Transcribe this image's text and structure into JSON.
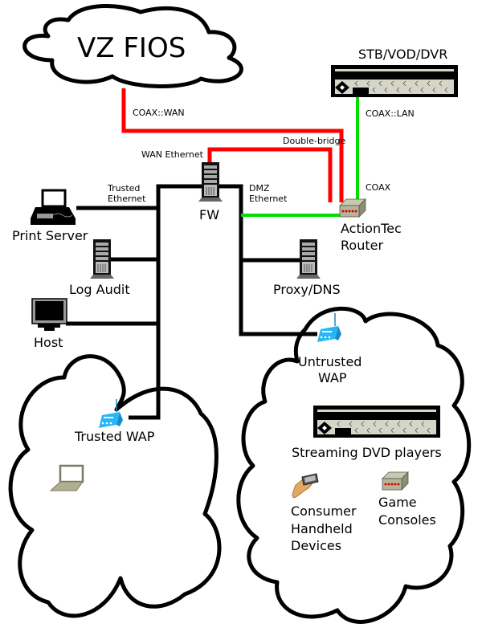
{
  "diagram": {
    "title": "Home network diagram",
    "colors": {
      "wan_link": "#ff0000",
      "lan_coax_link": "#00e000",
      "ethernet_link": "#000000",
      "wap_icon": "#29b6f6",
      "device_panel": "#d6d6c8"
    },
    "clouds": {
      "internet": "VZ FIOS",
      "trusted_zone": "",
      "untrusted_zone": ""
    },
    "nodes": {
      "stb": "STB/VOD/DVR",
      "firewall": "FW",
      "router_line1": "ActionTec",
      "router_line2": "Router",
      "print_server": "Print Server",
      "log_audit": "Log Audit",
      "host": "Host",
      "proxy_dns": "Proxy/DNS",
      "untrusted_wap_line1": "Untrusted",
      "untrusted_wap_line2": "WAP",
      "trusted_wap": "Trusted WAP",
      "streaming": "Streaming DVD players",
      "handheld_line1": "Consumer",
      "handheld_line2": "Handheld",
      "handheld_line3": "Devices",
      "game_line1": "Game",
      "game_line2": "Consoles"
    },
    "links": {
      "coax_wan": "COAX::WAN",
      "coax_lan": "COAX::LAN",
      "double_bridge": "Double-bridge",
      "wan_ethernet": "WAN Ethernet",
      "coax": "COAX",
      "trusted_ethernet_line1": "Trusted",
      "trusted_ethernet_line2": "Ethernet",
      "dmz_ethernet_line1": "DMZ",
      "dmz_ethernet_line2": "Ethernet"
    }
  }
}
